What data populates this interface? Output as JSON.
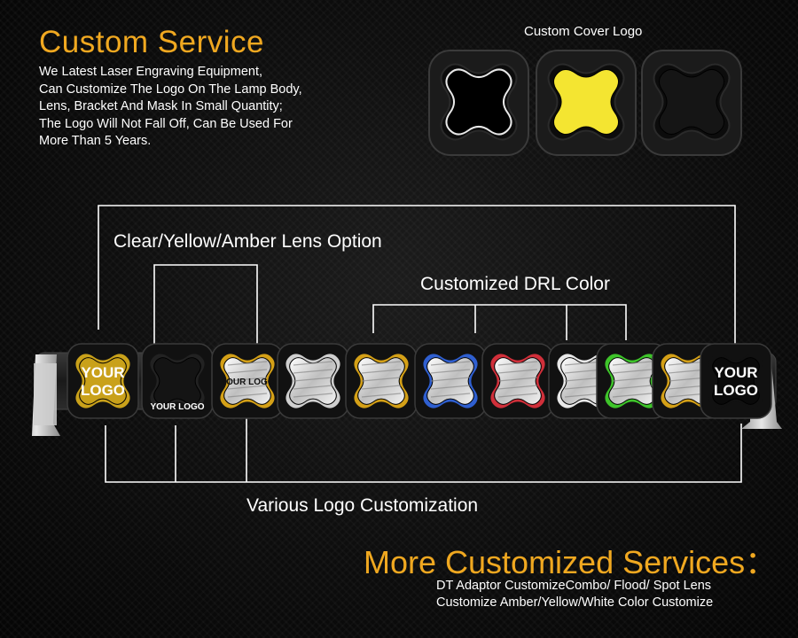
{
  "header": {
    "title": "Custom Service",
    "description_lines": [
      "We Latest Laser Engraving Equipment,",
      "Can Customize The Logo On The Lamp Body,",
      "Lens, Bracket And Mask In Small Quantity;",
      "The Logo Will Not Fall Off, Can Be Used For",
      "More Than 5 Years."
    ]
  },
  "cover_section": {
    "label": "Custom Cover Logo",
    "covers": [
      {
        "name": "black-gloss-cover",
        "fill": "#000000"
      },
      {
        "name": "yellow-cover",
        "fill": "#f4e531"
      },
      {
        "name": "black-matte-cover",
        "fill": "#151515"
      }
    ]
  },
  "callouts": {
    "lens_option": "Clear/Yellow/Amber Lens Option",
    "drl_color": "Customized DRL Color",
    "logo_customization": "Various Logo Customization"
  },
  "light_bar": {
    "pods": [
      {
        "type": "logo",
        "lens": "#c9a11a",
        "ring": "#c9a11a",
        "logo": [
          "YOUR",
          "LOGO"
        ]
      },
      {
        "type": "cover",
        "lens": "#141414",
        "ring": "#222222",
        "logo": [
          "YOUR LOGO"
        ]
      },
      {
        "type": "lens",
        "lens": "#dcdcdc",
        "ring": "#d4a017",
        "logo": [
          "YOUR LOGO"
        ]
      },
      {
        "type": "lens",
        "lens": "#dcdcdc",
        "ring": "#cfcfcf",
        "logo": []
      },
      {
        "type": "lens",
        "lens": "#dcdcdc",
        "ring": "#d4a017",
        "logo": []
      },
      {
        "type": "lens",
        "lens": "#dcdcdc",
        "ring": "#2f5fd0",
        "logo": []
      },
      {
        "type": "lens",
        "lens": "#dcdcdc",
        "ring": "#d02f3a",
        "logo": []
      },
      {
        "type": "lens",
        "lens": "#dcdcdc",
        "ring": "#e8e8e8",
        "logo": []
      },
      {
        "type": "lens",
        "lens": "#dcdcdc",
        "ring": "#3ec42a",
        "logo": []
      },
      {
        "type": "lens",
        "lens": "#dcdcdc",
        "ring": "#d4a017",
        "logo": []
      },
      {
        "type": "logo",
        "lens": "#0a0a0a",
        "ring": "#111111",
        "logo": [
          "YOUR",
          "LOGO"
        ]
      }
    ]
  },
  "footer": {
    "title": "More Customized Services：",
    "lines": [
      "DT Adaptor CustomizeCombo/ Flood/ Spot Lens",
      "Customize Amber/Yellow/White Color Customize"
    ]
  },
  "colors": {
    "accent": "#f0a820",
    "text": "#ffffff",
    "callout_line": "#ffffff"
  }
}
